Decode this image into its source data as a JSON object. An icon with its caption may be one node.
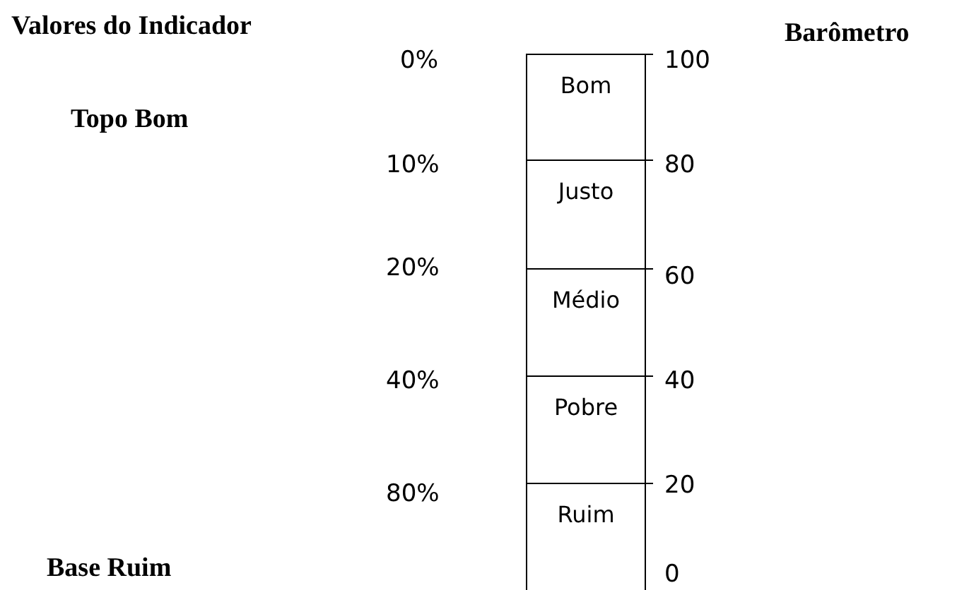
{
  "diagram": {
    "nodes": [
      {
        "text": [
          "Bom"
        ]
      },
      {
        "text": [
          "Justo"
        ]
      },
      {
        "text": [
          "Médio"
        ]
      },
      {
        "text": [
          "Pobre"
        ]
      },
      {
        "text": [
          "Ruim"
        ]
      }
    ],
    "labels": [
      "Valores do Indicador",
      "0%",
      "100",
      "Barômetro",
      "Topo Bom",
      "10%",
      "80",
      "20%",
      "60",
      "40%",
      "40",
      "80%",
      "20",
      "Base Ruim",
      "0"
    ]
  }
}
